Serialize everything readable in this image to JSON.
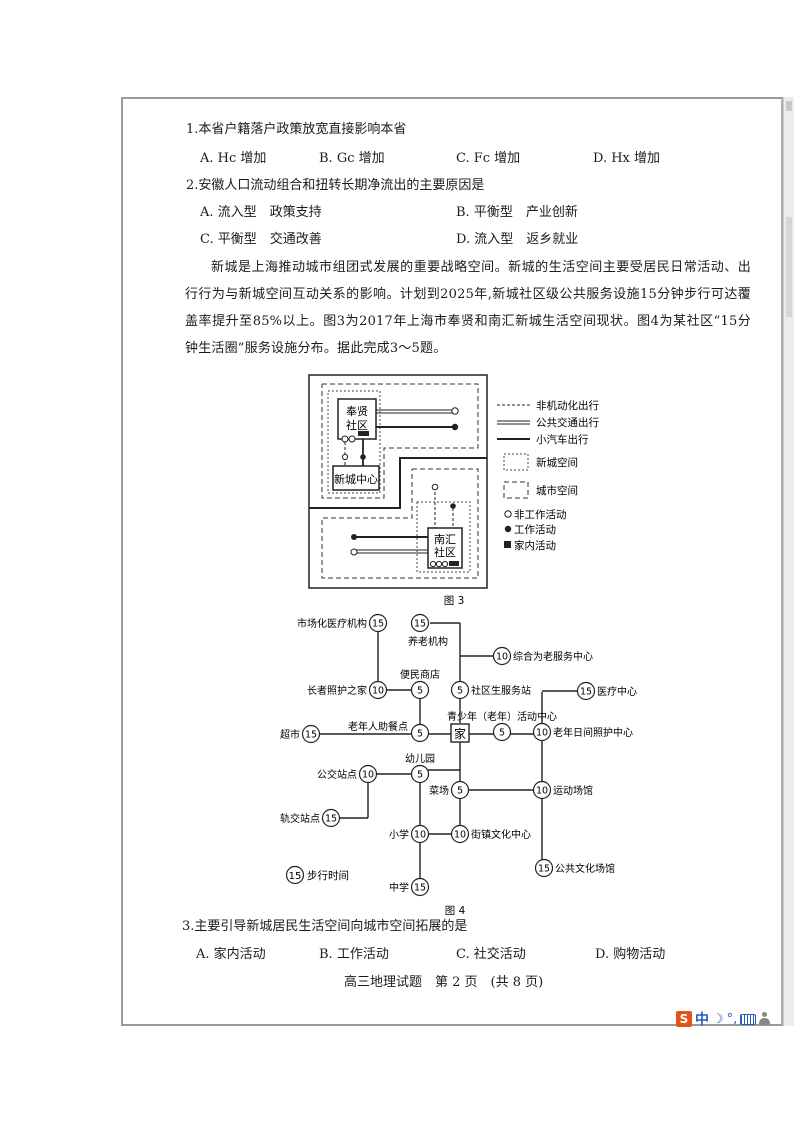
{
  "questions": {
    "q1": {
      "stem": "1.本省户籍落户政策放宽直接影响本省",
      "options": [
        "A. Hc 增加",
        "B. Gc 增加",
        "C. Fc 增加",
        "D. Hx 增加"
      ]
    },
    "q2": {
      "stem": "2.安徽人口流动组合和扭转长期净流出的主要原因是",
      "options": [
        "A. 流入型　政策支持",
        "B. 平衡型　产业创新",
        "C. 平衡型　交通改善",
        "D. 流入型　返乡就业"
      ]
    },
    "passage": "新城是上海推动城市组团式发展的重要战略空间。新城的生活空间主要受居民日常活动、出行行为与新城空间互动关系的影响。计划到2025年,新城社区级公共服务设施15分钟步行可达覆盖率提升至85%以上。图3为2017年上海市奉贤和南汇新城生活空间现状。图4为某社区“15分钟生活圈”服务设施分布。据此完成3～5题。",
    "q3": {
      "stem": "3.主要引导新城居民生活空间向城市空间拓展的是",
      "options": [
        "A. 家内活动",
        "B. 工作活动",
        "C. 社交活动",
        "D. 购物活动"
      ]
    }
  },
  "fig3": {
    "caption": "图 3",
    "labels": {
      "fengxian": [
        "奉贤",
        "社区"
      ],
      "xincheng": "新城中心",
      "nanhui": [
        "南汇",
        "社区"
      ]
    },
    "legend": {
      "nonmotor": "非机动化出行",
      "transit": "公共交通出行",
      "car": "小汽车出行",
      "newcity": "新城空间",
      "city": "城市空间",
      "nonwork": "非工作活动",
      "work": "工作活动",
      "home": "家内活动"
    }
  },
  "fig4": {
    "caption": "图 4",
    "home_label": "家",
    "legend_value": "15",
    "legend_text": "步行时间",
    "facilities": [
      {
        "id": "hospital-market",
        "value": "15",
        "label": "市场化医疗机构"
      },
      {
        "id": "elderly-home",
        "value": "15",
        "label": "养老机构"
      },
      {
        "id": "elderly-service",
        "value": "10",
        "label": "综合为老服务中心"
      },
      {
        "id": "convenience",
        "value": "5",
        "label": "便民商店"
      },
      {
        "id": "senior-care",
        "value": "10",
        "label": "长者照护之家"
      },
      {
        "id": "health-station",
        "value": "5",
        "label": "社区生服务站"
      },
      {
        "id": "medical-center",
        "value": "15",
        "label": "医疗中心"
      },
      {
        "id": "youth-center",
        "value": "5",
        "label": "青少年（老年）活动中心"
      },
      {
        "id": "supermarket",
        "value": "15",
        "label": "超市"
      },
      {
        "id": "senior-meal",
        "value": "5",
        "label": "老年人助餐点"
      },
      {
        "id": "day-care",
        "value": "10",
        "label": "老年日间照护中心"
      },
      {
        "id": "kindergarten",
        "value": "5",
        "label": "幼儿园"
      },
      {
        "id": "bus-stop",
        "value": "10",
        "label": "公交站点"
      },
      {
        "id": "market",
        "value": "5",
        "label": "菜场"
      },
      {
        "id": "sports",
        "value": "10",
        "label": "运动场馆"
      },
      {
        "id": "rail-stop",
        "value": "15",
        "label": "轨交站点"
      },
      {
        "id": "primary-school",
        "value": "10",
        "label": "小学"
      },
      {
        "id": "culture-center",
        "value": "10",
        "label": "街镇文化中心"
      },
      {
        "id": "public-culture",
        "value": "15",
        "label": "公共文化场馆"
      },
      {
        "id": "middle-school",
        "value": "15",
        "label": "中学"
      }
    ]
  },
  "footer": "高三地理试题　第 2 页　(共 8 页)",
  "ime": {
    "logo": "S",
    "mode": "中",
    "moon": "☽",
    "punct": "°,"
  }
}
